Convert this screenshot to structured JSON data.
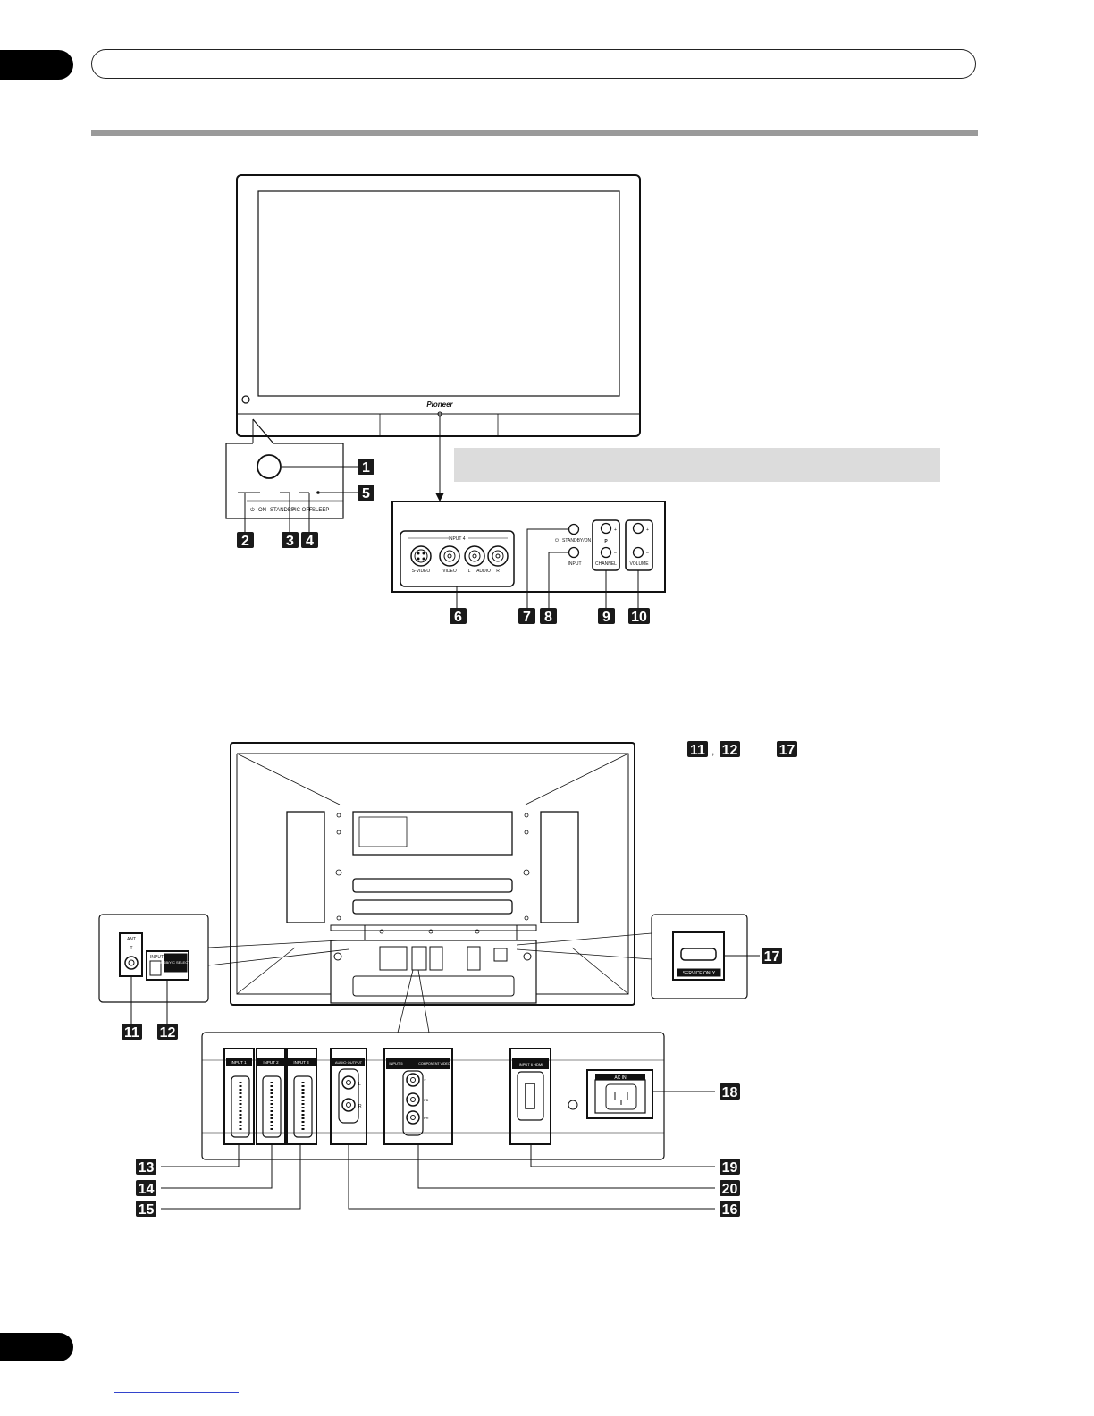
{
  "front_panel": {
    "brand": "Pioneer",
    "indicators": [
      "ON",
      "STANDBY",
      "PIC OFF",
      "SLEEP"
    ],
    "side_panel": {
      "input4_title": "INPUT 4",
      "jacks": [
        "S-VIDEO",
        "VIDEO",
        "L",
        "AUDIO",
        "R"
      ],
      "standby_label": "STANDBY/ON",
      "input_label": "INPUT",
      "channel_label": "CHANNEL",
      "volume_label": "VOLUME"
    }
  },
  "rear_panel": {
    "ant_label": "ANT",
    "input_select_label": "INPUT",
    "rgb_label": "RGB/Y/C SELECT",
    "service_label": "SERVICE ONLY",
    "scart_labels": [
      "INPUT 1",
      "INPUT 2",
      "INPUT 3"
    ],
    "audio_output_label": "AUDIO OUTPUT",
    "audio_lr": [
      "L",
      "R"
    ],
    "input5_label": "INPUT 5",
    "component_label": "COMPONENT VIDEO",
    "component_jacks": [
      "Y",
      "PB",
      "PR"
    ],
    "hdmi_label": "INPUT 6 HDMI",
    "ac_in_label": "AC IN"
  },
  "callouts": [
    "1",
    "2",
    "3",
    "4",
    "5",
    "6",
    "7",
    "8",
    "9",
    "10",
    "11",
    "12",
    "13",
    "14",
    "15",
    "16",
    "17",
    "18",
    "19",
    "20"
  ],
  "note_callouts": [
    "11",
    "12",
    "17"
  ]
}
